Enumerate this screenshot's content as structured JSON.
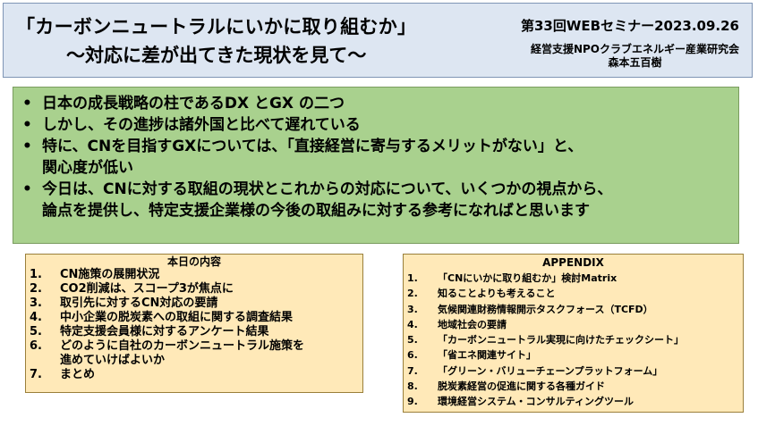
{
  "header": {
    "title_line1": "「カーボンニュートラルにいかに取り組むか」",
    "title_line2": "〜対応に差が出てきた現状を見て〜",
    "seminar": "第33回WEBセミナー2023.09.26",
    "org_line1": "経営支援NPOクラブエネルギー産業研究会",
    "org_line2": "森本五百樹"
  },
  "summary": {
    "bullet_symbol": "•",
    "bullets": [
      {
        "lines": [
          "日本の成長戦略の柱であるDX とGX の二つ"
        ]
      },
      {
        "lines": [
          "しかし、その進捗は諸外国と比べて遅れている"
        ]
      },
      {
        "lines": [
          "特に、CNを目指すGXについては、「直接経営に寄与するメリットがない」と、",
          "関心度が低い"
        ]
      },
      {
        "lines": [
          "今日は、CNに対する取組の現状とこれからの対応について、いくつかの視点から、",
          "論点を提供し、特定支援企業様の今後の取組みに対する参考になればと思います"
        ]
      }
    ]
  },
  "contents": {
    "title": "本日の内容",
    "items": [
      {
        "num": "1.",
        "lines": [
          "CN施策の展開状況"
        ]
      },
      {
        "num": "2.",
        "lines": [
          "CO2削減は、スコープ3が焦点に"
        ]
      },
      {
        "num": "3.",
        "lines": [
          "取引先に対するCN対応の要請"
        ]
      },
      {
        "num": "4.",
        "lines": [
          "中小企業の脱炭素への取組に関する調査結果"
        ]
      },
      {
        "num": "5.",
        "lines": [
          "特定支援会員様に対するアンケート結果"
        ]
      },
      {
        "num": "6.",
        "lines": [
          "どのように自社のカーボンニュートラル施策を",
          "進めていけばよいか"
        ]
      },
      {
        "num": "7.",
        "lines": [
          "まとめ"
        ]
      }
    ]
  },
  "appendix": {
    "title": "APPENDIX",
    "items": [
      {
        "num": "1.",
        "text": "「CNにいかに取り組むか」検討Matrix"
      },
      {
        "num": "2.",
        "text": "知ることよりも考えること"
      },
      {
        "num": "3.",
        "text": "気候関連財務情報開示タスクフォース（TCFD）"
      },
      {
        "num": "4.",
        "text": "地域社会の要請"
      },
      {
        "num": "5.",
        "text": "「カーボンニュートラル実現に向けたチェックシート」"
      },
      {
        "num": "6.",
        "text": "「省エネ関連サイト」"
      },
      {
        "num": "7.",
        "text": "「グリーン・バリューチェーンプラットフォーム」"
      },
      {
        "num": "8.",
        "text": "脱炭素経営の促進に関する各種ガイド"
      },
      {
        "num": "9.",
        "text": "環境経営システム・コンサルティングツール"
      }
    ]
  }
}
